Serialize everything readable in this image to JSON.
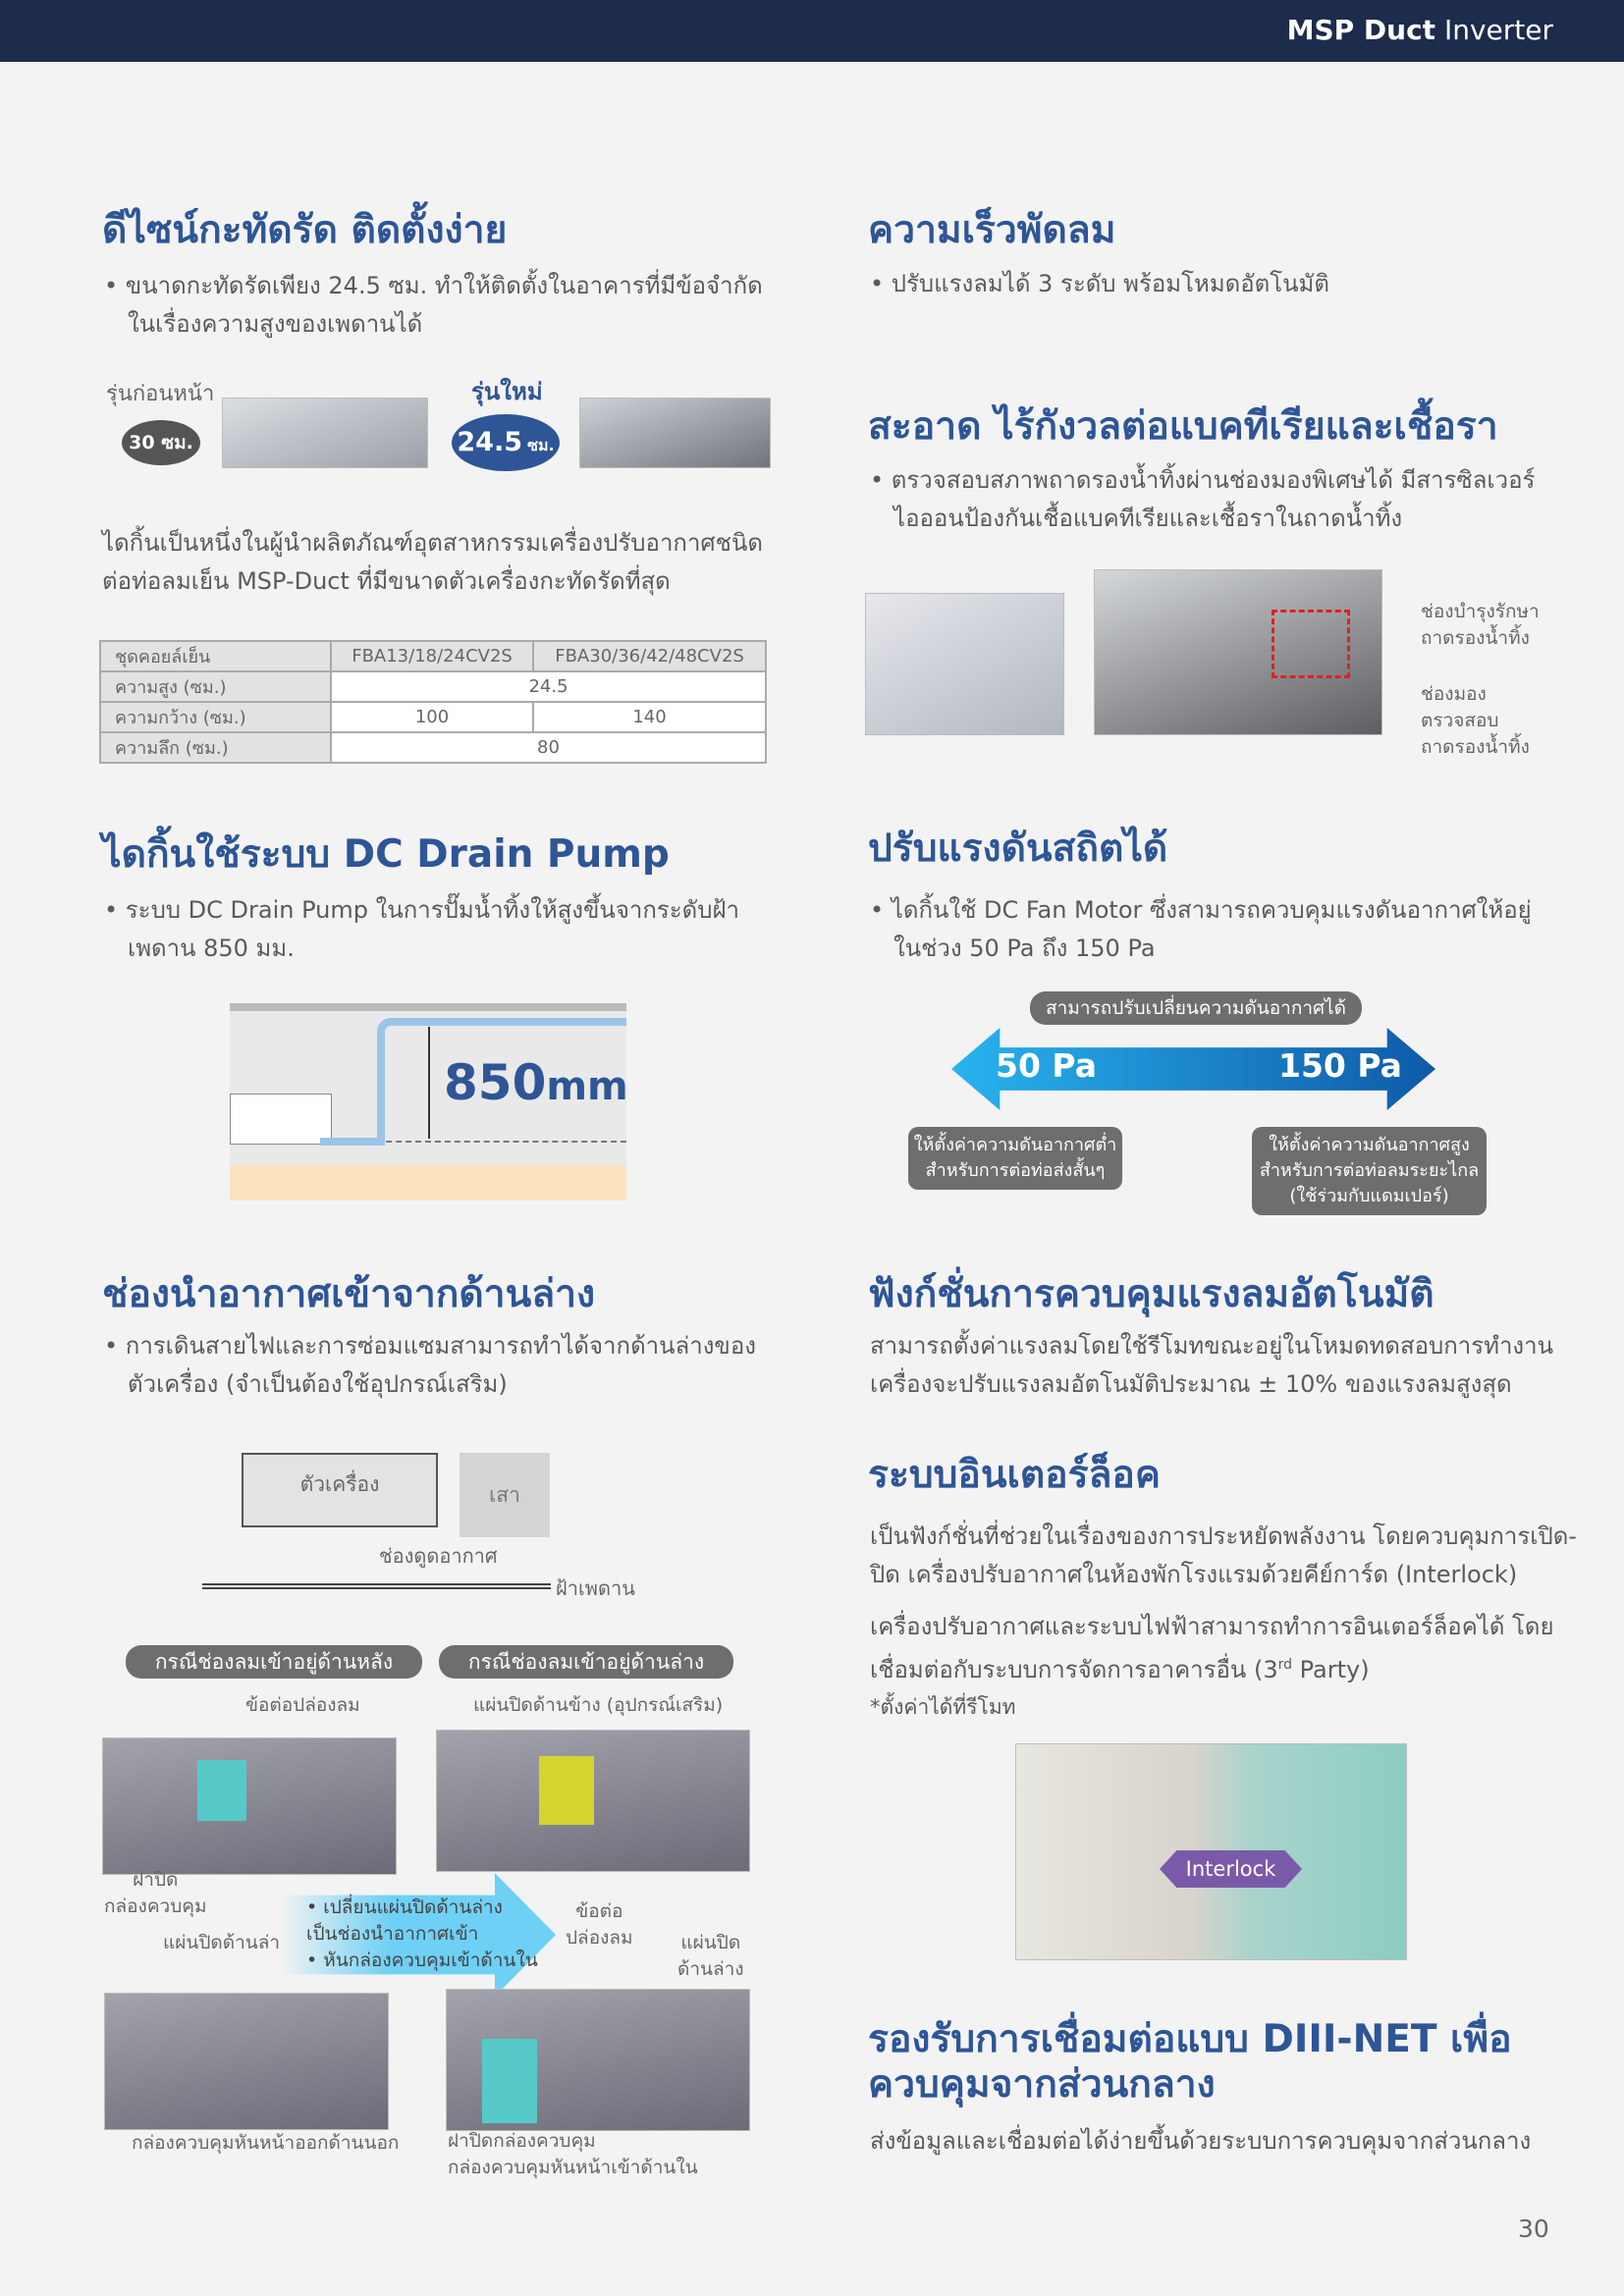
{
  "header": {
    "brand_bold": "MSP Duct",
    "brand_rest": " Inverter"
  },
  "left": {
    "compact": {
      "title": "ดีไซน์กะทัดรัด ติดตั้งง่าย",
      "bullet": "• ขนาดกะทัดรัดเพียง 24.5 ซม. ทำให้ติดตั้งในอาคารที่มีข้อจำกัดในเรื่องความสูงของเพดานได้",
      "old_label": "รุ่นก่อนหน้า",
      "old_height": "30 ซม.",
      "new_label": "รุ่นใหม่",
      "new_height_num": "24.5",
      "new_height_unit": "ซม.",
      "paragraph": "ไดกิ้นเป็นหนึ่งในผู้นำผลิตภัณฑ์อุตสาหกรรมเครื่องปรับอากาศชนิดต่อท่อลมเย็น MSP-Duct ที่มีขนาดตัวเครื่องกะทัดรัดที่สุด",
      "table": {
        "headers": [
          "ชุดคอยล์เย็น",
          "FBA13/18/24CV2S",
          "FBA30/36/42/48CV2S"
        ],
        "rows": [
          {
            "label": "ความสูง (ซม.)",
            "value": "24.5"
          },
          {
            "label": "ความกว้าง (ซม.)",
            "a": "100",
            "b": "140"
          },
          {
            "label": "ความลึก (ซม.)",
            "value": "80"
          }
        ]
      }
    },
    "drain": {
      "title": "ไดกิ้นใช้ระบบ DC Drain Pump",
      "bullet": "• ระบบ DC Drain Pump ในการปั๊มน้ำทิ้งให้สูงขึ้นจากระดับฝ้าเพดาน 850 มม.",
      "figure_value": "850",
      "figure_unit": "mm"
    },
    "intake": {
      "title": "ช่องนำอากาศเข้าจากด้านล่าง",
      "bullet": "• การเดินสายไฟและการซ่อมแซมสามารถทำได้จากด้านล่างของตัวเครื่อง (จำเป็นต้องใช้อุปกรณ์เสริม)",
      "unit_label": "ตัวเครื่อง",
      "pillar_label": "เสา",
      "inlet_label": "ช่องดูดอากาศ",
      "ceiling_label": "ฝ้าเพดาน",
      "case_rear": "กรณีช่องลมเข้าอยู่ด้านหลัง",
      "case_bottom": "กรณีช่องลมเข้าอยู่ด้านล่าง",
      "duct_joint": "ข้อต่อปล่องลม",
      "side_panel": "แผ่นปิดด้านข้าง (อุปกรณ์เสริม)",
      "control_cover": "ฝาปิด\nกล่องควบคุม",
      "bottom_panel": "แผ่นปิดด้านล่าง",
      "step1": "• เปลี่ยนแผ่นปิดด้านล่าง\nเป็นช่องนำอากาศเข้า",
      "step2": "• หันกล่องควบคุมเข้าด้านใน",
      "duct_joint2": "ข้อต่อ\nปล่องลม",
      "bottom_panel2": "แผ่นปิด\nด้านล่าง",
      "box_out": "กล่องควบคุมหันหน้าออกด้านนอก",
      "box_in": "ฝาปิดกล่องควบคุม\nกล่องควบคุมหันหน้าเข้าด้านใน"
    }
  },
  "right": {
    "fan": {
      "title": "ความเร็วพัดลม",
      "bullet": "• ปรับแรงลมได้ 3 ระดับ พร้อมโหมดอัตโนมัติ"
    },
    "clean": {
      "title": "สะอาด ไร้กังวลต่อแบคทีเรียและเชื้อรา",
      "bullet": "• ตรวจสอบสภาพถาดรองน้ำทิ้งผ่านช่องมองพิเศษได้ มีสารซิลเวอร์ไอออนป้องกันเชื้อแบคทีเรียและเชื้อราในถาดน้ำทิ้ง",
      "label1": "ช่องบำรุงรักษา\nถาดรองน้ำทิ้ง",
      "label2": "ช่องมอง\nตรวจสอบ\nถาดรองน้ำทิ้ง"
    },
    "pressure": {
      "title": "ปรับแรงดันสถิตได้",
      "bullet": "• ไดกิ้นใช้ DC Fan Motor ซึ่งสามารถควบคุมแรงดันอากาศให้อยู่ในช่วง 50 Pa ถึง 150 Pa",
      "pill": "สามารถปรับเปลี่ยนความดันอากาศได้",
      "low": "50 Pa",
      "high": "150 Pa",
      "low_note": "ให้ตั้งค่าความดันอากาศต่ำ\nสำหรับการต่อท่อส่งสั้นๆ",
      "high_note": "ให้ตั้งค่าความดันอากาศสูง\nสำหรับการต่อท่อลมระยะไกล\n(ใช้ร่วมกับแดมเปอร์)"
    },
    "auto": {
      "title": "ฟังก์ชั่นการควบคุมแรงลมอัตโนมัติ",
      "text": "สามารถตั้งค่าแรงลมโดยใช้รีโมทขณะอยู่ในโหมดทดสอบการทำงาน เครื่องจะปรับแรงลมอัตโนมัติประมาณ ± 10% ของแรงลมสูงสุด"
    },
    "interlock": {
      "title": "ระบบอินเตอร์ล็อค",
      "p1": "เป็นฟังก์ชั่นที่ช่วยในเรื่องของการประหยัดพลังงาน โดยควบคุมการเปิด-ปิด เครื่องปรับอากาศในห้องพักโรงแรมด้วยคีย์การ์ด (Interlock)",
      "p2a": "เครื่องปรับอากาศและระบบไฟฟ้าสามารถทำการอินเตอร์ล็อคได้ โดยเชื่อมต่อกับระบบการจัดการอาคารอื่น (3",
      "p2sup": "rd",
      "p2b": " Party)",
      "note": "*ตั้งค่าได้ที่รีโมท",
      "badge": "Interlock"
    },
    "dnet": {
      "title": "รองรับการเชื่อมต่อแบบ DIII-NET เพื่อควบคุมจากส่วนกลาง",
      "text": "ส่งข้อมูลและเชื่อมต่อได้ง่ายขึ้นด้วยระบบการควบคุมจากส่วนกลาง"
    }
  },
  "page_number": "30",
  "colors": {
    "heading": "#2e5596",
    "header_bar": "#1d2b4c",
    "pill": "#6d6e70",
    "arrow_light": "#29a8e8",
    "arrow_dark": "#0f5aa8"
  }
}
